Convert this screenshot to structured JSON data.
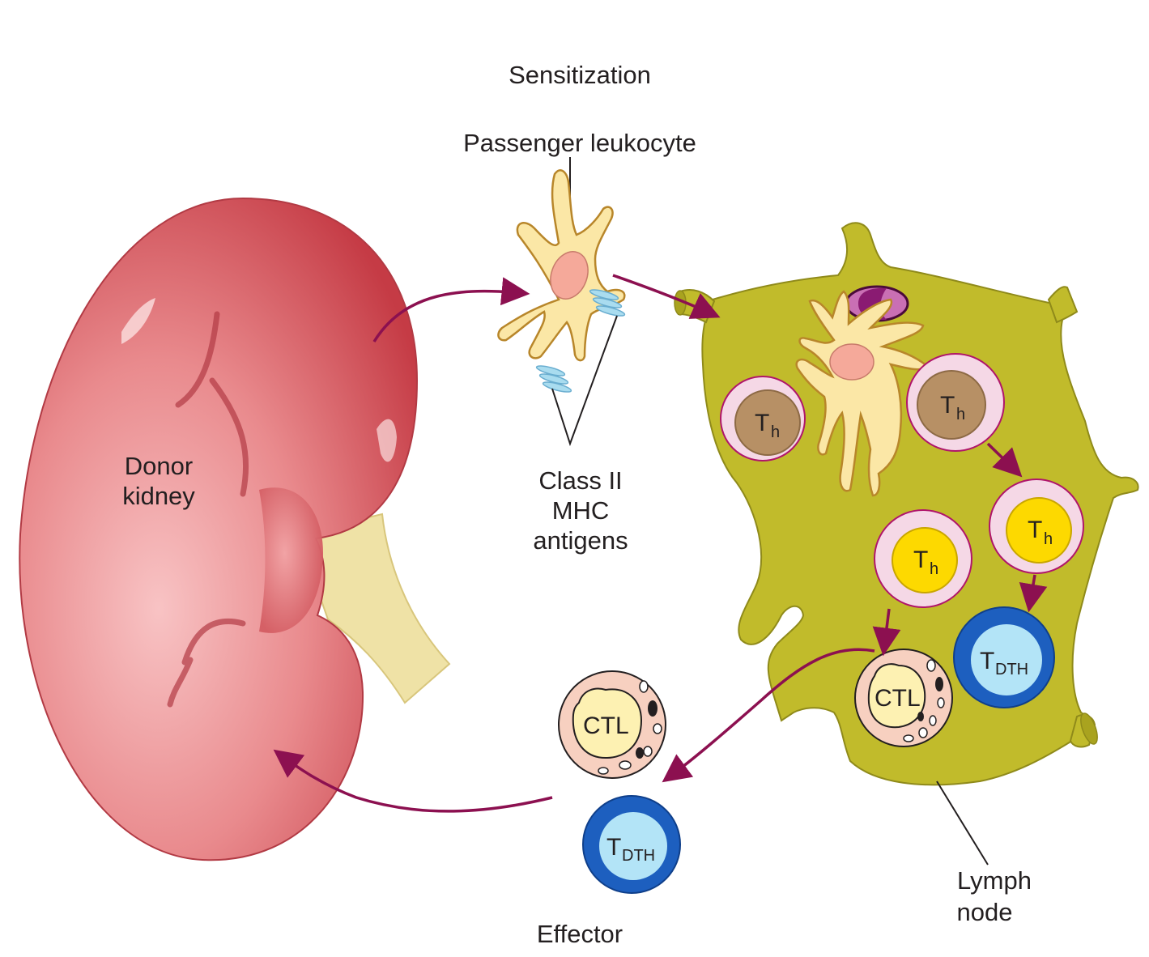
{
  "labels": {
    "sensitization": "Sensitization",
    "passenger_leukocyte": "Passenger leukocyte",
    "donor_kidney_1": "Donor",
    "donor_kidney_2": "kidney",
    "class_ii_1": "Class II",
    "class_ii_2": "MHC",
    "class_ii_3": "antigens",
    "lymph_node_1": "Lymph",
    "lymph_node_2": "node",
    "effector": "Effector"
  },
  "cells": {
    "th_main": "T",
    "th_sub": "h",
    "ctl": "CTL",
    "tdth_main": "T",
    "tdth_sub": "DTH"
  },
  "colors": {
    "kidney": "#cf4d55",
    "kidney_light": "#f6b0b2",
    "ureter": "#efe2a6",
    "lymph_node": "#c1bb2b",
    "dendritic_cell": "#fbe7a6",
    "dendritic_outline": "#b8862a",
    "nucleus": "#f5a99a",
    "mhc": "#a9dcef",
    "th_brown": "#b79065",
    "th_yellow": "#fdd900",
    "th_ring": "#f5d8e6",
    "ring_outline": "#b0156a",
    "ctl_outer": "#f7d0c0",
    "ctl_inner": "#fdf1b2",
    "tdth_outer": "#1d5fbf",
    "tdth_inner": "#b3e4f7",
    "arrow": "#8c1050",
    "plasma_cell": "#8a1b72"
  }
}
